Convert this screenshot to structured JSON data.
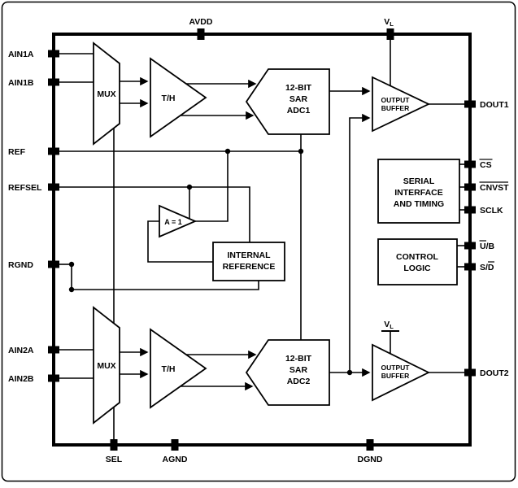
{
  "pins": {
    "top": {
      "avdd": "AVDD",
      "vl_base": "V",
      "vl_sub": "L"
    },
    "left": {
      "ain1a": "AIN1A",
      "ain1b": "AIN1B",
      "ref": "REF",
      "refsel": "REFSEL",
      "rgnd": "RGND",
      "ain2a": "AIN2A",
      "ain2b": "AIN2B"
    },
    "right": {
      "dout1": "DOUT1",
      "cs": "CS",
      "cnvst": "CNVST",
      "sclk": "SCLK",
      "ub_over": "U",
      "ub_rest": "/B",
      "sd_pre": "S/",
      "sd_over": "D",
      "dout2": "DOUT2"
    },
    "bottom": {
      "sel": "SEL",
      "agnd": "AGND",
      "dgnd": "DGND"
    }
  },
  "blocks": {
    "mux1": "MUX",
    "th1": "T/H",
    "adc1_l1": "12-BIT",
    "adc1_l2": "SAR",
    "adc1_l3": "ADC1",
    "buf1_l1": "OUTPUT",
    "buf1_l2": "BUFFER",
    "serial_l1": "SERIAL",
    "serial_l2": "INTERFACE",
    "serial_l3": "AND TIMING",
    "control_l1": "CONTROL",
    "control_l2": "LOGIC",
    "amp": "A = 1",
    "intref_l1": "INTERNAL",
    "intref_l2": "REFERENCE",
    "mux2": "MUX",
    "th2": "T/H",
    "adc2_l1": "12-BIT",
    "adc2_l2": "SAR",
    "adc2_l3": "ADC2",
    "buf2_l1": "OUTPUT",
    "buf2_l2": "BUFFER",
    "vl2_base": "V",
    "vl2_sub": "L"
  },
  "colors": {
    "ink": "#000000",
    "paper": "#ffffff"
  }
}
